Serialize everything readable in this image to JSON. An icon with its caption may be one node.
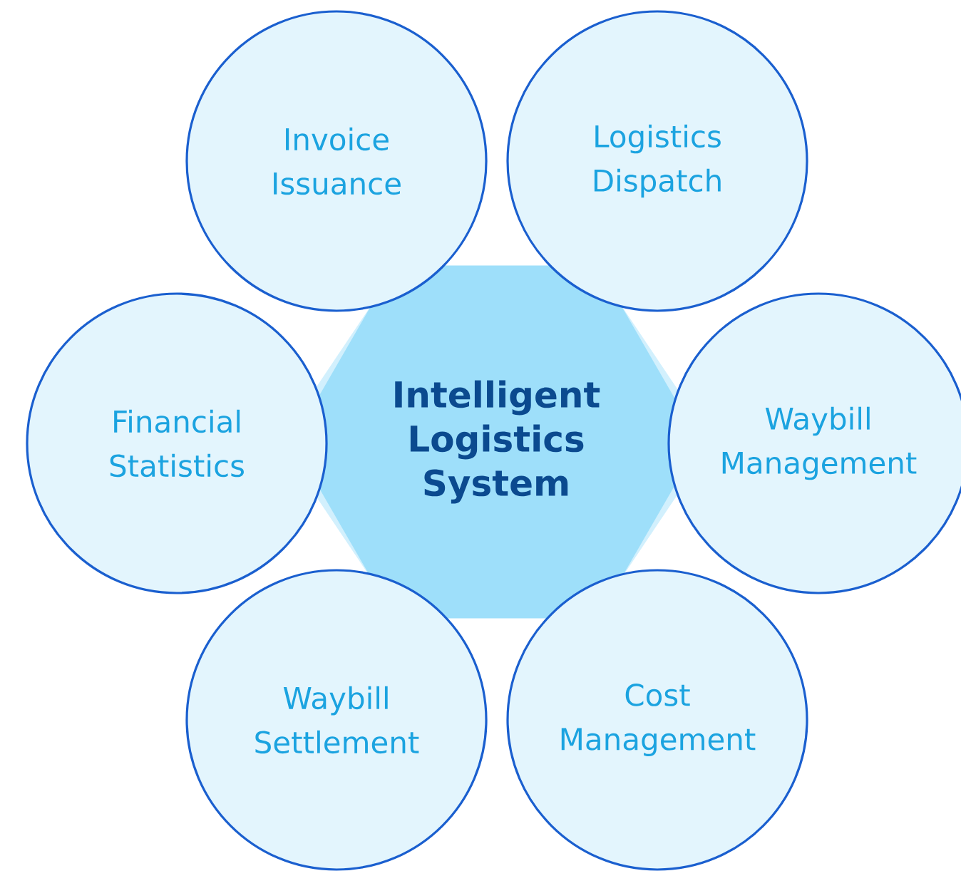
{
  "diagram": {
    "nodes": [
      {
        "text": [
          "Intelligent Logistics System"
        ]
      },
      {
        "text": [
          "Invoice Issuance"
        ]
      },
      {
        "text": [
          "Logistics Dispatch"
        ]
      },
      {
        "text": [
          "Financial Statistics"
        ]
      },
      {
        "text": [
          "Waybill Management"
        ]
      },
      {
        "text": [
          "Waybill Settlement"
        ]
      },
      {
        "text": [
          "Cost Management"
        ]
      }
    ]
  }
}
